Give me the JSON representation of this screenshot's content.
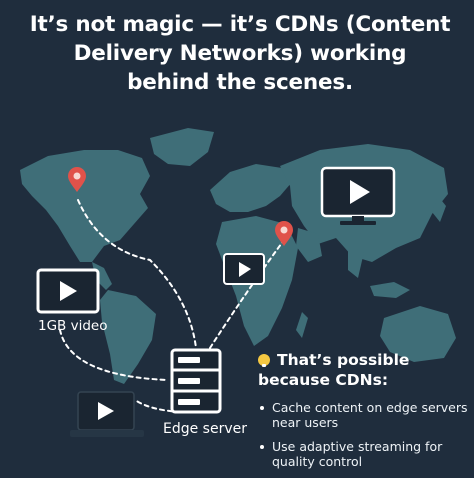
{
  "headline": {
    "line1": "It’s not magic — it’s CDNs (Content",
    "line2": "Delivery Networks) working",
    "line3": "behind the scenes."
  },
  "labels": {
    "video": "1GB video",
    "edge_server": "Edge server"
  },
  "info": {
    "title_line1": "That’s possible",
    "title_line2": "because CDNs:",
    "bullets": [
      "Cache content on edge servers near users",
      "Use adaptive streaming for quality control"
    ]
  },
  "icons": {
    "bulb": "lightbulb-icon",
    "pin": "location-pin-icon",
    "video": "video-play-icon",
    "server": "server-icon"
  },
  "colors": {
    "background": "#1f2d3d",
    "map": "#3f6e78",
    "pin": "#e0524a",
    "screen": "#1a2531",
    "bulb": "#f5c842"
  }
}
